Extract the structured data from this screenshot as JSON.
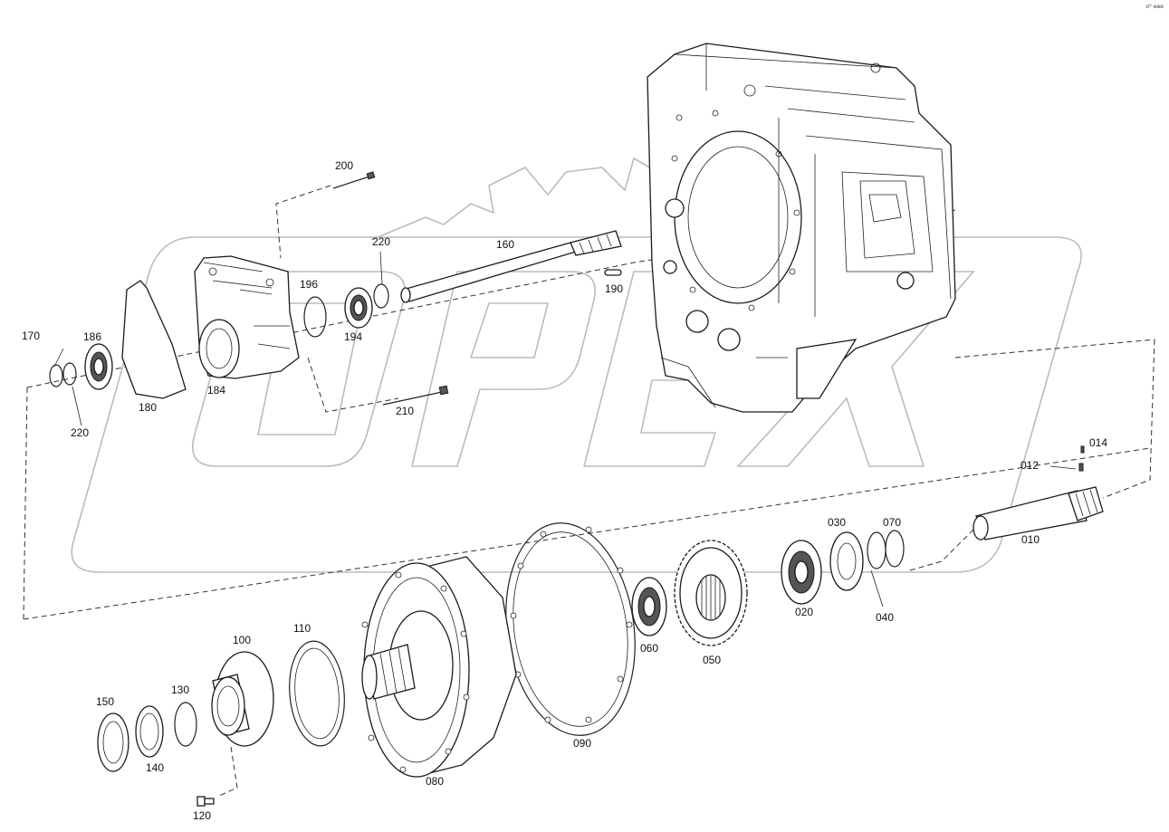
{
  "corner_mark": "o° eee",
  "watermark": {
    "text": "OPEX",
    "color": "#bbbbbb"
  },
  "labels": {
    "p200": "200",
    "p220a": "220",
    "p160": "160",
    "p190": "190",
    "p196": "196",
    "p194": "194",
    "p170": "170",
    "p186": "186",
    "p184": "184",
    "p180": "180",
    "p220b": "220",
    "p210": "210",
    "p014": "014",
    "p012": "012",
    "p010": "010",
    "p030": "030",
    "p070": "070",
    "p040": "040",
    "p020": "020",
    "p050": "050",
    "p060": "060",
    "p090": "090",
    "p080": "080",
    "p110": "110",
    "p100": "100",
    "p130": "130",
    "p150": "150",
    "p140": "140",
    "p120": "120"
  }
}
